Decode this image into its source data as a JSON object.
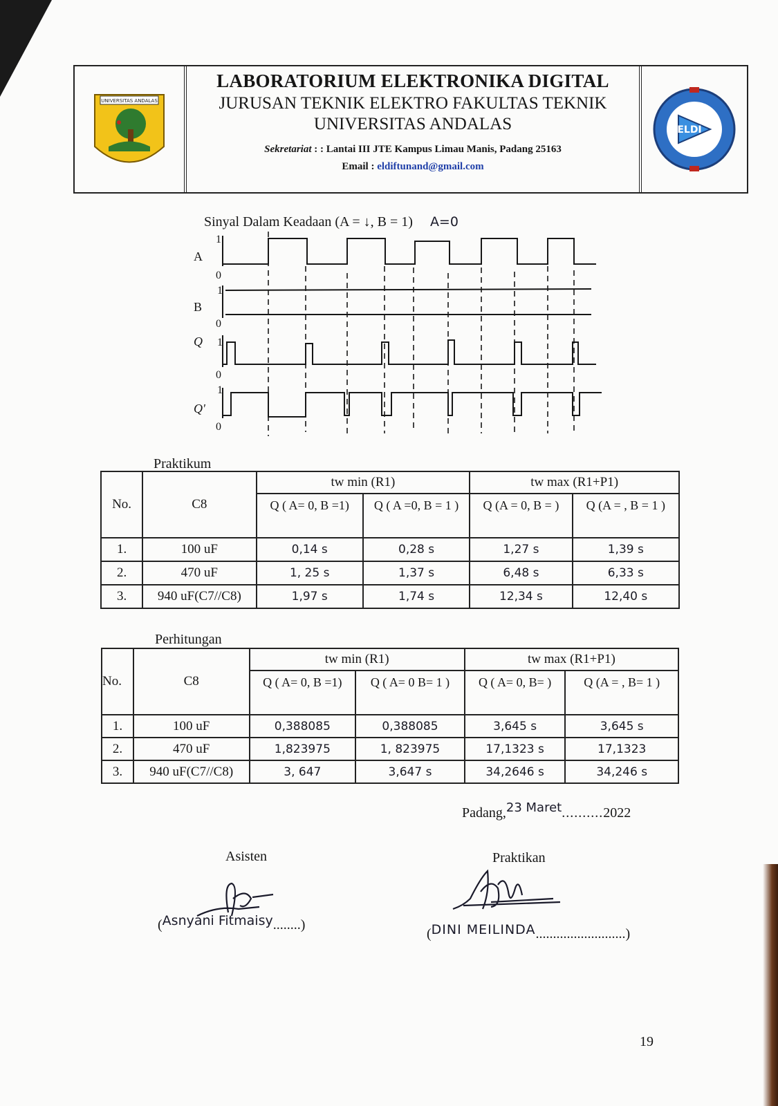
{
  "header": {
    "title": "LABORATORIUM ELEKTRONIKA DIGITAL",
    "subtitle": "JURUSAN TEKNIK ELEKTRO FAKULTAS TEKNIK",
    "university": "UNIVERSITAS ANDALAS",
    "secretariat_label": "Sekretariat",
    "secretariat_text": ": : Lantai III JTE Kampus Limau Manis, Padang 25163",
    "email_label": "Email :",
    "email": "eldiftunand@gmail.com",
    "logo_left_text": "UNIVERSITAS ANDALAS",
    "logo_right_text": "ELDI"
  },
  "signal": {
    "title": "Sinyal Dalam Keadaan (A = ↓, B = 1)",
    "note": "A=0",
    "rows": [
      {
        "name": "A",
        "hi": "1",
        "lo": "0"
      },
      {
        "name": "B",
        "hi": "1",
        "lo": "0"
      },
      {
        "name": "Q",
        "hi": "1",
        "lo": "0"
      },
      {
        "name": "Q'",
        "hi": "1",
        "lo": "0"
      }
    ]
  },
  "praktikum": {
    "label": "Praktikum",
    "headers": {
      "no": "No.",
      "c8": "C8",
      "twmin": "tw min (R1)",
      "twmax": "tw max (R1+P1)",
      "sub": [
        "Q ( A= 0, B =1)",
        "Q ( A =0, B = 1 )",
        "Q (A = 0, B = )",
        "Q (A = , B = 1 )"
      ]
    },
    "rows": [
      {
        "no": "1.",
        "c8": "100 uF",
        "v": [
          "0,14 s",
          "0,28 s",
          "1,27 s",
          "1,39 s"
        ]
      },
      {
        "no": "2.",
        "c8": "470 uF",
        "v": [
          "1, 25 s",
          "1,37 s",
          "6,48 s",
          "6,33 s"
        ]
      },
      {
        "no": "3.",
        "c8": "940 uF(C7//C8)",
        "v": [
          "1,97 s",
          "1,74 s",
          "12,34 s",
          "12,40 s"
        ]
      }
    ]
  },
  "perhitungan": {
    "label": "Perhitungan",
    "headers": {
      "no": "No.",
      "c8": "C8",
      "twmin": "tw min (R1)",
      "twmax": "tw max (R1+P1)",
      "sub": [
        "Q ( A= 0, B =1)",
        "Q ( A= 0 B= 1 )",
        "Q ( A= 0, B= )",
        "Q (A = , B= 1 )"
      ]
    },
    "rows": [
      {
        "no": "1.",
        "c8": "100 uF",
        "v": [
          "0,388085",
          "0,388085",
          "3,645 s",
          "3,645 s"
        ]
      },
      {
        "no": "2.",
        "c8": "470 uF",
        "v": [
          "1,823975",
          "1, 823975",
          "17,1323 s",
          "17,1323"
        ]
      },
      {
        "no": "3.",
        "c8": "940 uF(C7//C8)",
        "v": [
          "3, 647",
          "3,647 s",
          "34,2646 s",
          "34,246 s"
        ]
      }
    ]
  },
  "footer": {
    "place": "Padang,",
    "date_hw": "23 Maret",
    "year": "2022",
    "asisten_label": "Asisten",
    "asisten_name": "Asnyani Fitmaisy",
    "praktikan_label": "Praktikan",
    "praktikan_name": "DINI MEILINDA",
    "page_number": "19"
  }
}
